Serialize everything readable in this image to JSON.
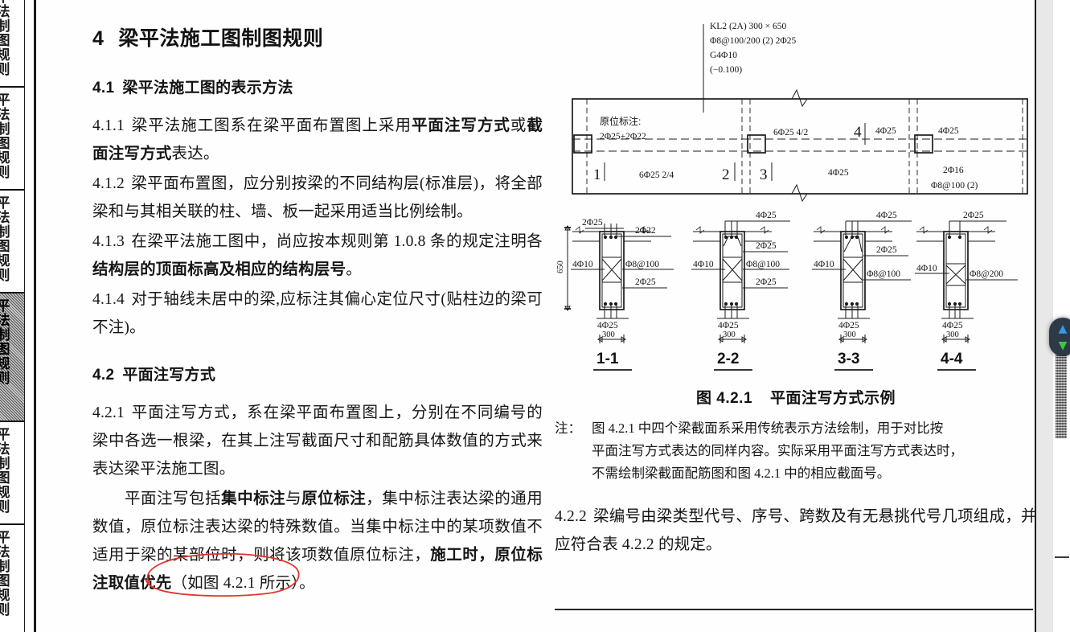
{
  "tabs": {
    "label": "平法制图规则",
    "items": [
      {
        "label": "平法制图规则",
        "active": false
      },
      {
        "label": "平法制图规则",
        "active": false
      },
      {
        "label": "平法制图规则",
        "active": false
      },
      {
        "label": "平法制图规则",
        "active": true
      },
      {
        "label": "平法制图规则",
        "active": false
      },
      {
        "label": "平法制图规则",
        "active": false
      }
    ]
  },
  "left_column": {
    "section_number": "4",
    "section_title": "梁平法施工图制图规则",
    "sub1_number": "4.1",
    "sub1_title": "梁平法施工图的表示方法",
    "p411_num": "4.1.1",
    "p411_a": "梁平法施工图系在梁平面布置图上采用",
    "p411_b": "平面注写方式",
    "p411_c": "或",
    "p411_d": "截面注写方式",
    "p411_e": "表达。",
    "p412_num": "4.1.2",
    "p412_text": "梁平面布置图，应分别按梁的不同结构层(标准层)，将全部梁和与其相关联的柱、墙、板一起采用适当比例绘制。",
    "p413_num": "4.1.3",
    "p413_a": "在梁平法施工图中，尚应按本规则第 1.0.8 条的规定注明各",
    "p413_b": "结构层的顶面标高及相应的结构层号",
    "p413_c": "。",
    "p414_num": "4.1.4",
    "p414_text": "对于轴线未居中的梁,应标注其偏心定位尺寸(贴柱边的梁可不注)。",
    "sub2_number": "4.2",
    "sub2_title": "平面注写方式",
    "p421_num": "4.2.1",
    "p421_text": "平面注写方式，系在梁平面布置图上，分别在不同编号的梁中各选一根梁，在其上注写截面尺寸和配筋具体数值的方式来表达梁平法施工图。",
    "p422_a": "平面注写包括",
    "p422_b": "集中标注",
    "p422_c": "与",
    "p422_d": "原位标注",
    "p422_e": "，集中标注表达梁的通用数值，原位标注表达梁的特殊数值。当集中标注中的某项数值不适用于梁的某部位时，则将该项数值原位标注，",
    "p422_f": "施工时，",
    "p422_g": "原位标注取值优先",
    "p422_h": "（如图 4.2.1 所示）。",
    "annotation_color": "#e2342b",
    "annotation_shape": "hand-drawn-ellipse"
  },
  "figure": {
    "callout": {
      "line1": "KL2 (2A)  300 × 650",
      "line2": "Φ8@100/200 (2)  2Φ25",
      "line3": "G4Φ10",
      "line4": "(−0.100)"
    },
    "plan": {
      "local_label": "原位标注:",
      "local_value": "2Φ25+2Φ22",
      "span1_bottom": "6Φ25  2/4",
      "span2_top": "6Φ25  4/2",
      "span2_bottom": "4Φ25",
      "span3_top_left": "4Φ25",
      "span3_top_right": "4Φ25",
      "span3_bottom": "2Φ16",
      "span3_stirrup": "Φ8@100 (2)",
      "section_marks": [
        "1",
        "2",
        "3",
        "4"
      ]
    },
    "sections": [
      {
        "name": "1-1",
        "top_left_bar": "2Φ25",
        "top_right_bar": "2Φ22",
        "side_bar": "4Φ10",
        "stirrup": "Φ8@100",
        "mid_right_bar": "2Φ25",
        "bottom_bar": "4Φ25",
        "width": "300",
        "height": "650"
      },
      {
        "name": "2-2",
        "top_bar": "4Φ25",
        "side_bar": "4Φ10",
        "upper_right_bar": "2Φ25",
        "stirrup": "Φ8@100",
        "mid_right_bar": "2Φ25",
        "bottom_bar": "4Φ25",
        "width": "300"
      },
      {
        "name": "3-3",
        "top_bar": "4Φ25",
        "side_bar": "4Φ10",
        "upper_right_bar": "2Φ25",
        "stirrup": "Φ8@100",
        "bottom_bar": "4Φ25",
        "width": "300"
      },
      {
        "name": "4-4",
        "top_bar": "2Φ25",
        "side_bar": "4Φ10",
        "stirrup": "Φ8@200",
        "bottom_bar": "4Φ25",
        "width": "300"
      }
    ],
    "caption_label": "图 4.2.1",
    "caption_title": "平面注写方式示例",
    "note_label": "注：",
    "note_line1": "图 4.2.1 中四个梁截面系采用传统表示方法绘制，用于对比按",
    "note_line2": "平面注写方式表达的同样内容。实际采用平面注写方式表达时，",
    "note_line3": "不需绘制梁截面配筋图和图 4.2.1 中的相应截面号。"
  },
  "right_column": {
    "p422_num": "4.2.2",
    "p422_text": "梁编号由梁类型代号、序号、跨数及有无悬挑代号几项组成，并应符合表 4.2.2 的规定。"
  },
  "nav_widget": {
    "up_glyph": "▲",
    "down_glyph": "▼"
  }
}
